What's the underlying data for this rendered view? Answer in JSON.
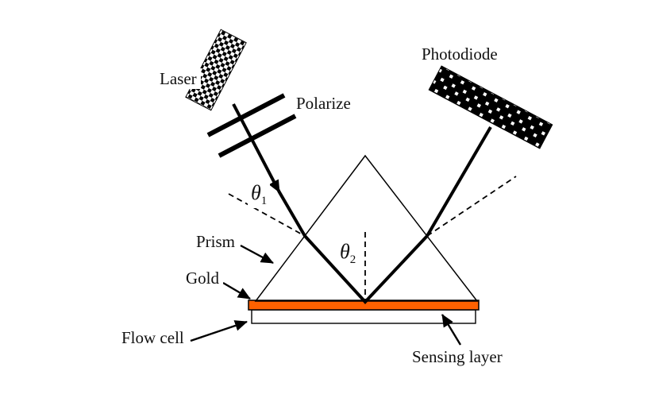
{
  "diagram": {
    "labels": {
      "laser": "Laser",
      "polarizer": "Polarize",
      "photodiode": "Photodiode",
      "prism": "Prism",
      "gold": "Gold",
      "flow_cell": "Flow cell",
      "sensing_layer": "Sensing layer",
      "theta1": {
        "symbol": "θ",
        "sub": "1"
      },
      "theta2": {
        "symbol": "θ",
        "sub": "2"
      }
    },
    "colors": {
      "gold_layer": "#ff6100",
      "line": "#000000",
      "background": "#ffffff"
    }
  }
}
